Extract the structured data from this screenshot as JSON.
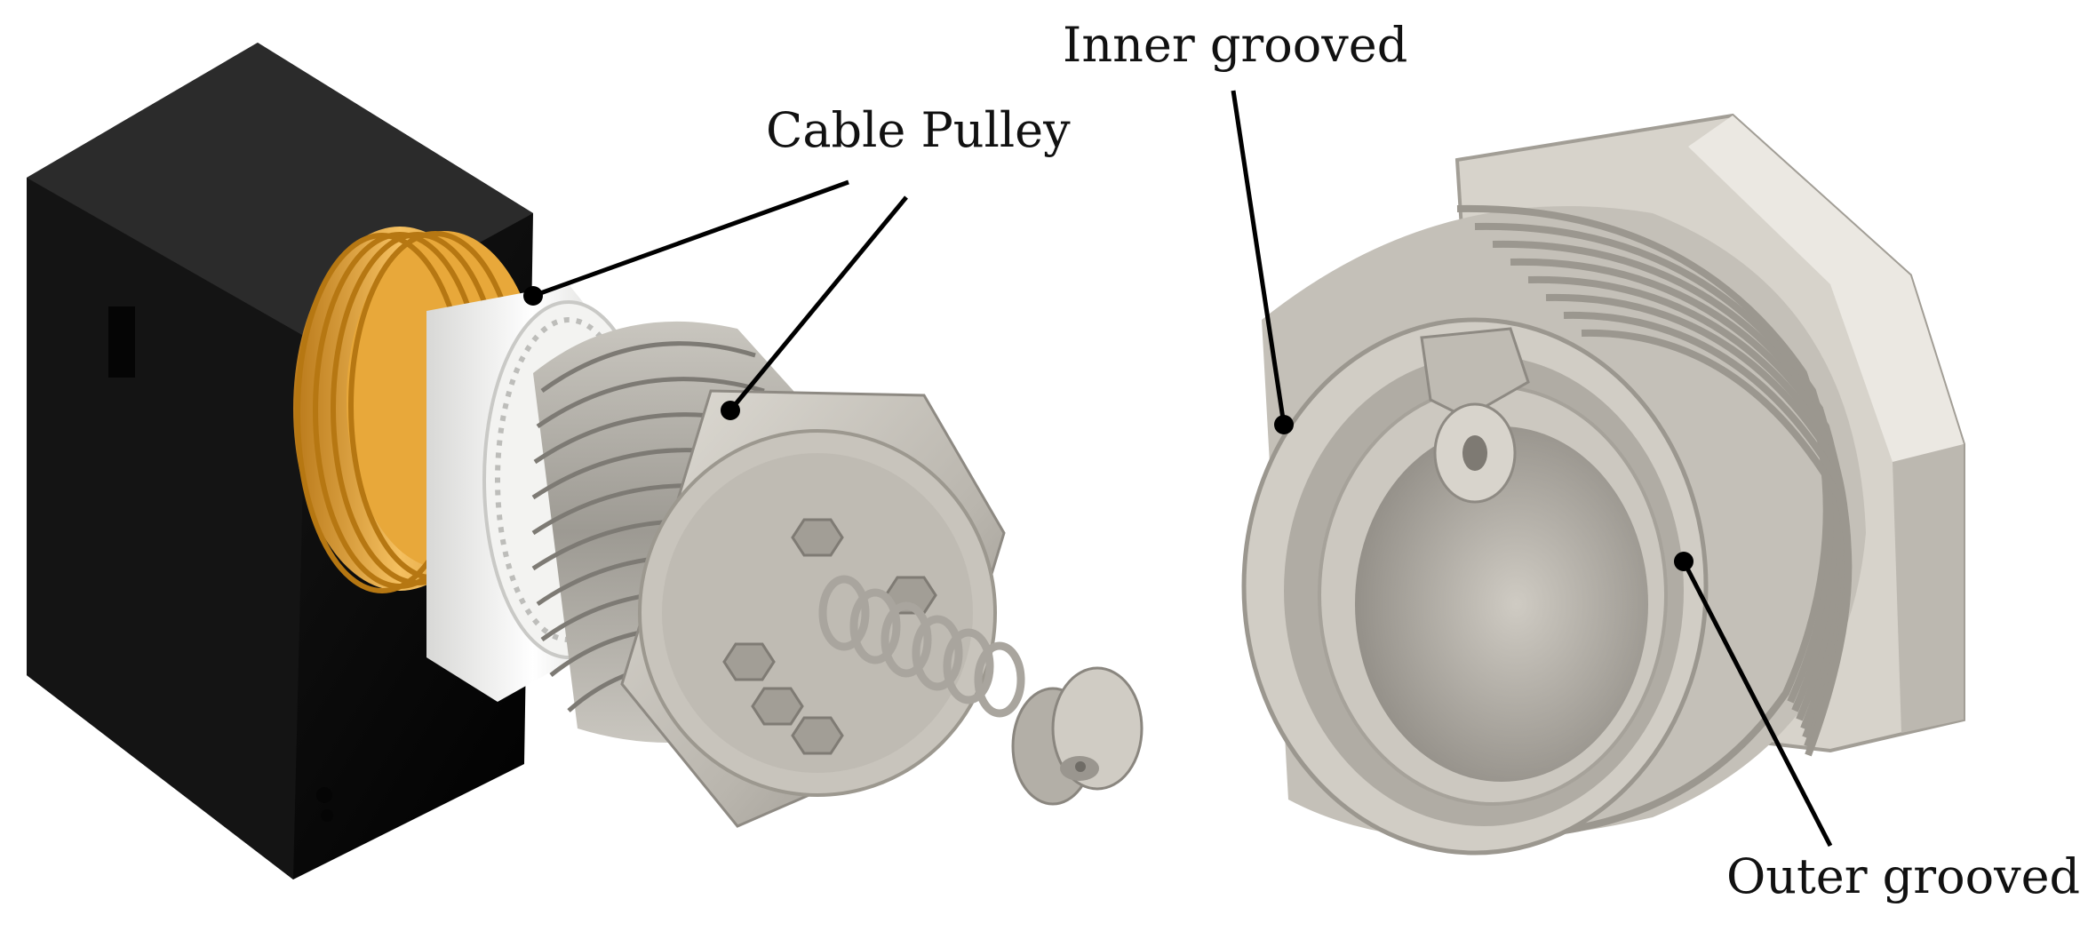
{
  "labels": {
    "cable_pulley": "Cable Pulley",
    "inner_grooved": "Inner grooved",
    "outer_grooved": "Outer grooved"
  },
  "colors": {
    "housing": "#1a1a1a",
    "pulley_cable": "#e3a431",
    "white_nut": "#efefed",
    "metal": "#b8b4ac",
    "metal_dark": "#8d8a84",
    "leader_line": "#000000"
  }
}
